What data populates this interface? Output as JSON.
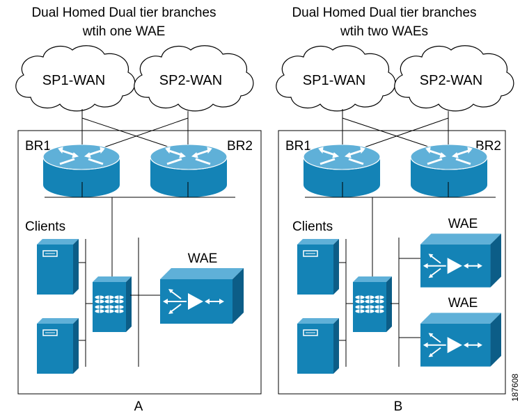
{
  "panels": [
    {
      "id": "A",
      "title_line1": "Dual Homed Dual tier branches",
      "title_line2": "wtih one WAE",
      "cloud_left": "SP1-WAN",
      "cloud_right": "SP2-WAN",
      "router_left": "BR1",
      "router_right": "BR2",
      "clients_label": "Clients",
      "wae_labels": [
        "WAE"
      ],
      "caption": "A"
    },
    {
      "id": "B",
      "title_line1": "Dual Homed Dual tier branches",
      "title_line2": "wtih two WAEs",
      "cloud_left": "SP1-WAN",
      "cloud_right": "SP2-WAN",
      "router_left": "BR1",
      "router_right": "BR2",
      "clients_label": "Clients",
      "wae_labels": [
        "WAE",
        "WAE"
      ],
      "caption": "B"
    }
  ],
  "figure_id": "187608",
  "colors": {
    "device_front": "#1483b6",
    "device_top": "#5fb0d8",
    "device_side": "#0c5d87",
    "outline": "#000000"
  },
  "icons": [
    "cloud-icon",
    "router-icon",
    "server-icon",
    "switch-icon",
    "wae-icon"
  ]
}
